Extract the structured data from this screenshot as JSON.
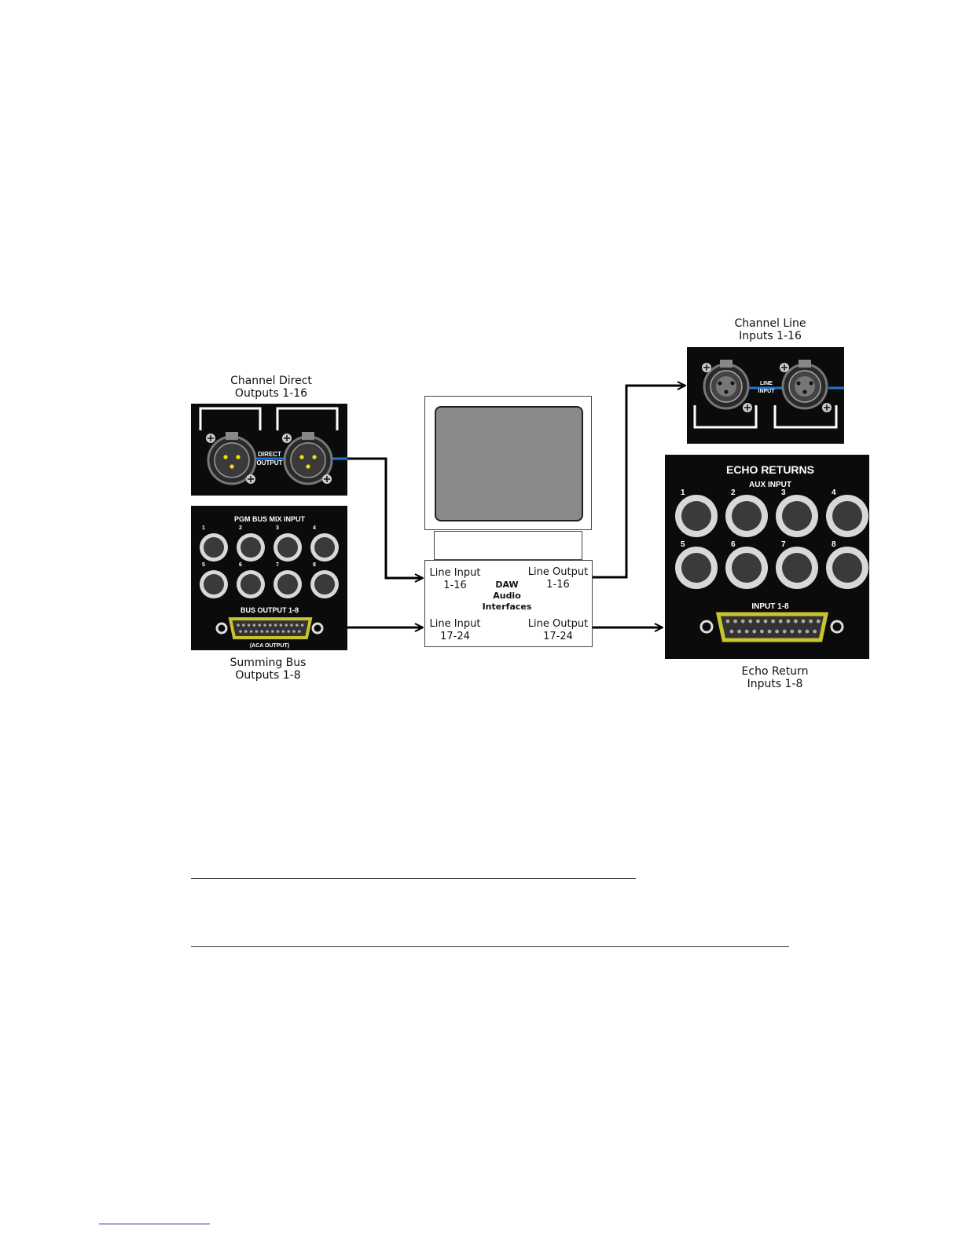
{
  "captions": {
    "channel_direct": [
      "Channel Direct",
      "Outputs 1-16"
    ],
    "summing_bus": [
      "Summing Bus",
      "Outputs 1-8"
    ],
    "channel_line": [
      "Channel Line",
      "Inputs 1-16"
    ],
    "echo_return": [
      "Echo Return",
      "Inputs 1-8"
    ]
  },
  "daw": {
    "line_input_1": [
      "Line Input",
      "1-16"
    ],
    "line_output_1": [
      "Line Output",
      "1-16"
    ],
    "line_input_2": [
      "Line Input",
      "17-24"
    ],
    "line_output_2": [
      "Line Output",
      "17-24"
    ],
    "center": [
      "DAW",
      "Audio",
      "Interfaces"
    ]
  },
  "panels": {
    "direct_output": [
      "DIRECT",
      "OUTPUT"
    ],
    "pgm_bus_title": "PGM BUS MIX INPUT",
    "bus_output_label": "BUS OUTPUT 1-8",
    "aca_output": "(ACA OUTPUT)",
    "line_input": [
      "LINE",
      "INPUT"
    ],
    "echo_title": "ECHO RETURNS",
    "aux_input": "AUX INPUT",
    "input_label": "INPUT 1-8",
    "jack_numbers": [
      "1",
      "2",
      "3",
      "4",
      "5",
      "6",
      "7",
      "8"
    ]
  },
  "colors": {
    "panel_bg": "#0b0b0b",
    "cable_blue": "#1e78d8",
    "db25_yellow": "#c8c430",
    "screen_gray": "#8a8a8a",
    "xlr_pin_yellow": "#f2e20a"
  }
}
